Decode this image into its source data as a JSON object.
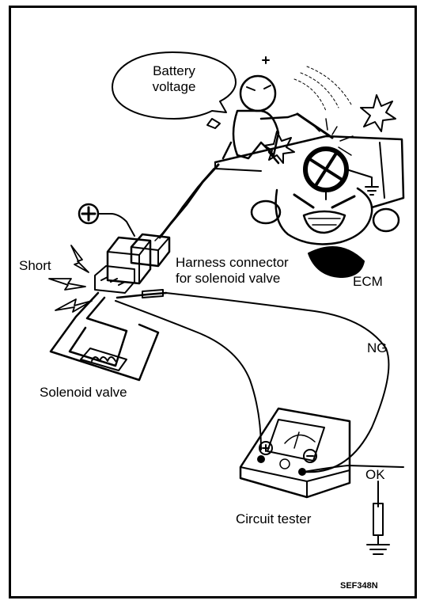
{
  "labels": {
    "battery_line1": "Battery",
    "battery_line2": "voltage",
    "short": "Short",
    "harness_line1": "Harness connector",
    "harness_line2": "for solenoid valve",
    "ecm": "ECM",
    "ng": "NG",
    "solenoid": "Solenoid valve",
    "ok": "OK",
    "tester": "Circuit tester",
    "code": "SEF348N"
  },
  "colors": {
    "ink": "#000000",
    "paper": "#ffffff"
  }
}
